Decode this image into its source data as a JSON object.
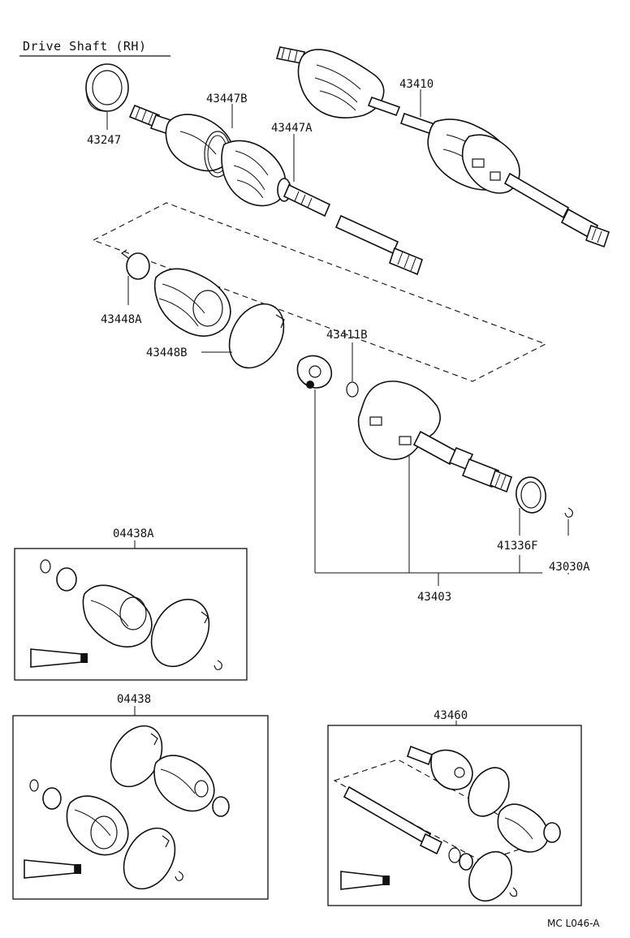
{
  "title": "Drive Shaft (RH)",
  "page_code": "MC  L046-A",
  "callouts": {
    "c43247": "43247",
    "c43447b": "43447B",
    "c43447a": "43447A",
    "c43410": "43410",
    "c43448a": "43448A",
    "c43448b": "43448B",
    "c43411b": "43411B",
    "c41336f": "41336F",
    "c43030a": "43030A",
    "c43403": "43403",
    "c04438a": "04438A",
    "c04438": "04438",
    "c43460": "43460"
  },
  "icons": {
    "seal": "oil-seal-icon",
    "boot": "cv-boot-icon",
    "clamp": "boot-clamp-icon",
    "grease": "grease-tube-icon",
    "joint": "cv-joint-icon",
    "shaft": "axle-shaft-icon"
  }
}
